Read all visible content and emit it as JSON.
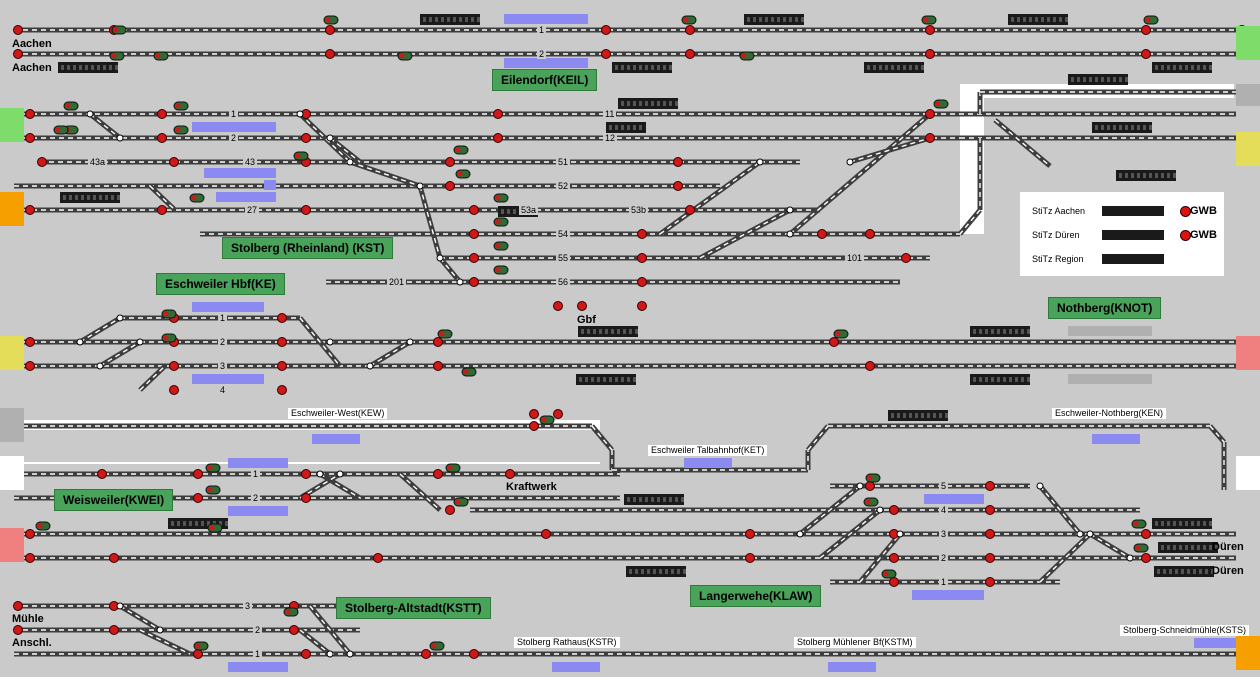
{
  "edge_labels": {
    "aachen_1": "Aachen",
    "aachen_2": "Aachen",
    "gbf": "Gbf",
    "kraftwerk": "Kraftwerk",
    "dueren_1": "Düren",
    "dueren_2": "Düren",
    "muehle": "Mühle",
    "anschl": "Anschl."
  },
  "stations": {
    "eilendorf": "Eilendorf(KEIL)",
    "stolberg": "Stolberg (Rheinland) (KST)",
    "eschweiler": "Eschweiler Hbf(KE)",
    "nothberg": "Nothberg(KNOT)",
    "weisweiler": "Weisweiler(KWEI)",
    "langerwehe": "Langerwehe(KLAW)",
    "stolberg_altstadt": "Stolberg-Altstadt(KSTT)"
  },
  "places": {
    "kew": "Eschweiler-West(KEW)",
    "ket": "Eschweiler Talbahnhof(KET)",
    "ken": "Eschweiler-Nothberg(KEN)",
    "kstr": "Stolberg Rathaus(KSTR)",
    "kstm": "Stolberg Mühlener Bf(KSTM)",
    "ksts": "Stolberg-Schneidmühle(KSTS)"
  },
  "track_labels": [
    "1",
    "2",
    "1",
    "11",
    "2",
    "12",
    "43a",
    "43",
    "51",
    "52",
    "27",
    "53a",
    "53b",
    "54",
    "55",
    "201",
    "101",
    "56",
    "1",
    "2",
    "3",
    "4",
    "1",
    "2",
    "5",
    "4",
    "3",
    "2",
    "1",
    "3",
    "2",
    "1"
  ],
  "legend": {
    "aachen": "StiTz Aachen",
    "dueren": "StiTz Düren",
    "region": "StiTz Region",
    "gwb1": "GWB",
    "gwb2": "GWB"
  },
  "colors": {
    "background": "#cacaca",
    "track": "#3d3d3d",
    "signal_red": "#d01818",
    "station_green": "#4aa35a",
    "block_blue": "#8a8af0",
    "occupied_black": "#1a1a1a"
  }
}
